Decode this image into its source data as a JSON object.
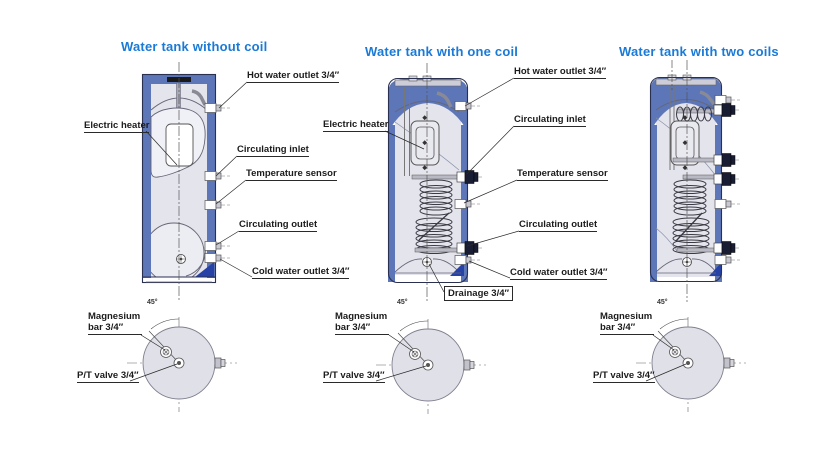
{
  "colors": {
    "title_blue": "#1a7ad6",
    "tank_wall_blue": "#5d76b8",
    "tank_interior": "#e4e4ed",
    "corner_accent_blue": "#2742a6",
    "nut_dark_navy": "#191d33",
    "line_black": "#2a2a2a"
  },
  "tanks": [
    {
      "title": "Water tank without coil",
      "callouts": {
        "hot_water_outlet": "Hot water outlet 3/4″",
        "electric_heater": "Electric heater",
        "circulating_inlet": "Circulating inlet",
        "temperature_sensor": "Temperature sensor",
        "circulating_outlet": "Circulating outlet",
        "cold_water_outlet": "Cold water outlet 3/4″",
        "magnesium_bar": "Magnesium bar 3/4″",
        "pt_valve": "P/T valve 3/4″",
        "angle": "45°"
      }
    },
    {
      "title": "Water tank with one coil",
      "callouts": {
        "hot_water_outlet": "Hot water outlet 3/4″",
        "electric_heater": "Electric heater",
        "circulating_inlet": "Circulating inlet",
        "temperature_sensor": "Temperature sensor",
        "circulating_outlet": "Circulating outlet",
        "cold_water_outlet": "Cold water outlet 3/4″",
        "drainage": "Drainage 3/4″",
        "magnesium_bar": "Magnesium bar 3/4″",
        "pt_valve": "P/T valve 3/4″",
        "angle": "45°"
      }
    },
    {
      "title": "Water tank with two coils",
      "callouts": {
        "magnesium_bar": "Magnesium bar 3/4″",
        "pt_valve": "P/T valve 3/4″",
        "angle": "45°"
      }
    }
  ]
}
